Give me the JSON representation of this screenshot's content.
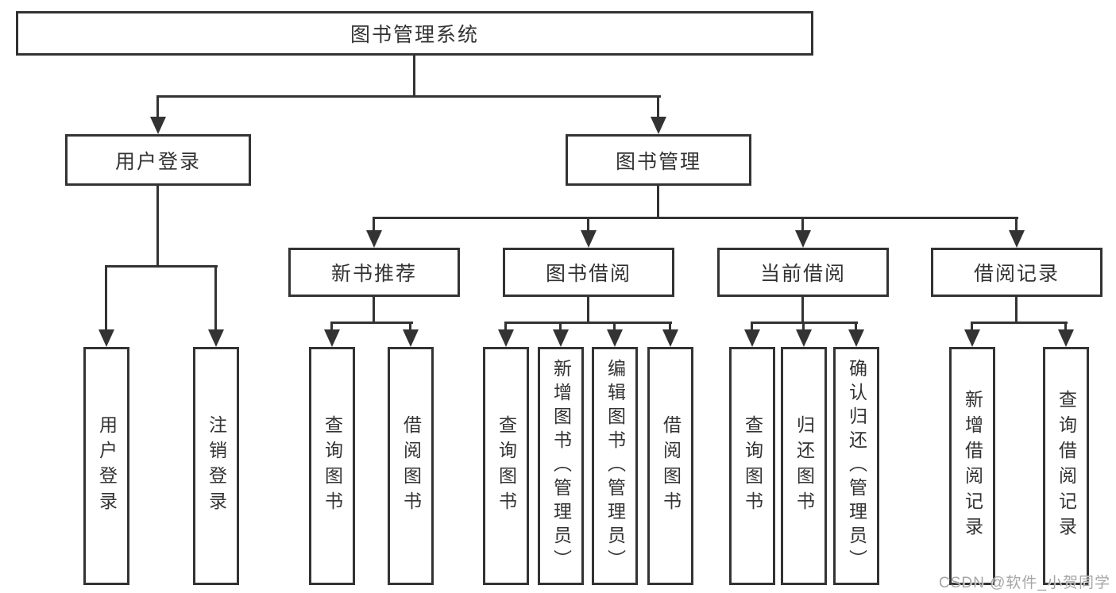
{
  "diagram": {
    "colors": {
      "line": "#333333",
      "text": "#333333",
      "box_fill": "#ffffff",
      "background": "#ffffff",
      "watermark": "#a6a6a6"
    },
    "root": {
      "label": "图书管理系统"
    },
    "branches": [
      {
        "label": "用户登录",
        "children": [
          {
            "label": "用户登录"
          },
          {
            "label": "注销登录"
          }
        ]
      },
      {
        "label": "图书管理",
        "groups": [
          {
            "label": "新书推荐",
            "children": [
              {
                "label": "查询图书"
              },
              {
                "label": "借阅图书"
              }
            ]
          },
          {
            "label": "图书借阅",
            "children": [
              {
                "label": "查询图书"
              },
              {
                "label": "新增图书（管理员）"
              },
              {
                "label": "编辑图书（管理员）"
              },
              {
                "label": "借阅图书"
              }
            ]
          },
          {
            "label": "当前借阅",
            "children": [
              {
                "label": "查询图书"
              },
              {
                "label": "归还图书"
              },
              {
                "label": "确认归还（管理员）"
              }
            ]
          },
          {
            "label": "借阅记录",
            "children": [
              {
                "label": "新增借阅记录"
              },
              {
                "label": "查询借阅记录"
              }
            ]
          }
        ]
      }
    ],
    "watermark": "CSDN @软件_小贺同学"
  }
}
